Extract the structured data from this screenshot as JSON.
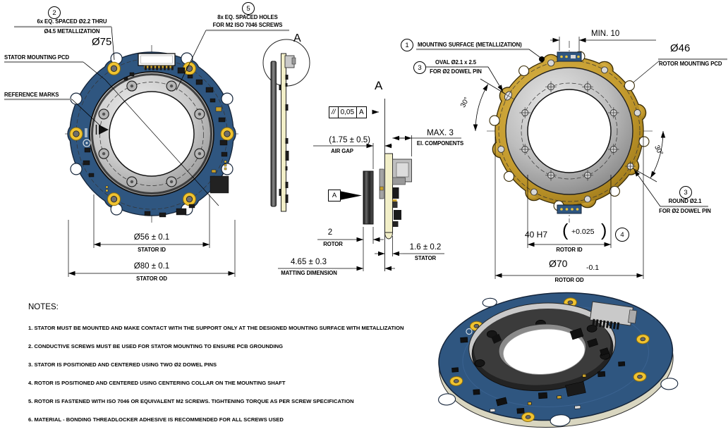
{
  "doc_type": "technical-mounting-drawing",
  "colors": {
    "pcb_blue": "#2f5680",
    "pcb_outline": "#15253a",
    "pad_yellow": "#f0c330",
    "rotor_gold": "#c49b2e",
    "metal_gray": "#b9b9b9",
    "leader_gray": "#999999"
  },
  "stator_view": {
    "callout2": {
      "num": "2",
      "line1": "6x EQ. SPACED Ø2.2 THRU",
      "line2": "Ø4.5 METALLIZATION"
    },
    "callout5": {
      "num": "5",
      "line1": "8x EQ. SPACED HOLES",
      "line2": "FOR M2 ISO 7046 SCREWS"
    },
    "pcd": {
      "value": "Ø75",
      "label": "STATOR MOUNTING PCD"
    },
    "reference_marks": "REFERENCE MARKS",
    "dim_id": {
      "value": "Ø56 ± 0.1",
      "label": "STATOR ID"
    },
    "dim_od": {
      "value": "Ø80 ± 0.1",
      "label": "STATOR OD"
    }
  },
  "detail": {
    "label": "A"
  },
  "section_view": {
    "title": "A",
    "fcf": {
      "symbol": "//",
      "value": "0,05",
      "datum": "A"
    },
    "air_gap": {
      "value": "(1.75 ± 0.5)",
      "label": "AIR GAP"
    },
    "components": {
      "value": "MAX. 3",
      "label": "El. COMPONENTS"
    },
    "datum_flag": "A",
    "rotor_thickness": {
      "value": "2",
      "label": "ROTOR"
    },
    "stator_thickness": {
      "value": "1.6 ± 0.2",
      "label": "STATOR"
    },
    "matting": {
      "value": "4.65 ± 0.3",
      "label": "MATTING DIMENSION"
    }
  },
  "rotor_view": {
    "callout1": {
      "num": "1",
      "text": "MOUNTING SURFACE (METALLIZATION)"
    },
    "min_width": "MIN. 10",
    "callout3_oval": {
      "num": "3",
      "line1": "OVAL Ø2.1 x 2.5",
      "line2": "FOR Ø2 DOWEL PIN"
    },
    "pcd": {
      "value": "Ø46",
      "label": "ROTOR MOUNTING PCD"
    },
    "angle_left": "30°",
    "angle_right": "30°",
    "callout3_round": {
      "num": "3",
      "line1": "ROUND Ø2.1",
      "line2": "FOR Ø2 DOWEL PIN"
    },
    "callout4": {
      "num": "4"
    },
    "dim_id": {
      "value": "40 H7",
      "tol_open": "(",
      "tol": "+0.025",
      "tol_close": ")",
      "label": "ROTOR ID"
    },
    "dim_od": {
      "value": "Ø70",
      "tol": "-0.1",
      "label": "ROTOR OD"
    }
  },
  "notes": {
    "heading": "NOTES:",
    "items": [
      "1. STATOR MUST BE MOUNTED AND MAKE CONTACT WITH THE SUPPORT ONLY AT THE DESIGNED MOUNTING SURFACE WITH METALLIZATION",
      "2. CONDUCTIVE SCREWS MUST BE USED FOR STATOR MOUNTING TO ENSURE PCB GROUNDING",
      "3. STATOR IS POSITIONED AND CENTERED USING TWO Ø2 DOWEL PINS",
      "4. ROTOR IS POSITIONED AND CENTERED USING CENTERING COLLAR ON THE MOUNTING SHAFT",
      "5. ROTOR IS FASTENED WITH ISO 7046 OR EQUIVALENT M2 SCREWS. TIGHTENING TORQUE AS PER SCREW SPECIFICATION",
      "6. MATERIAL - BONDING THREADLOCKER ADHESIVE IS RECOMMENDED FOR ALL SCREWS USED"
    ]
  }
}
